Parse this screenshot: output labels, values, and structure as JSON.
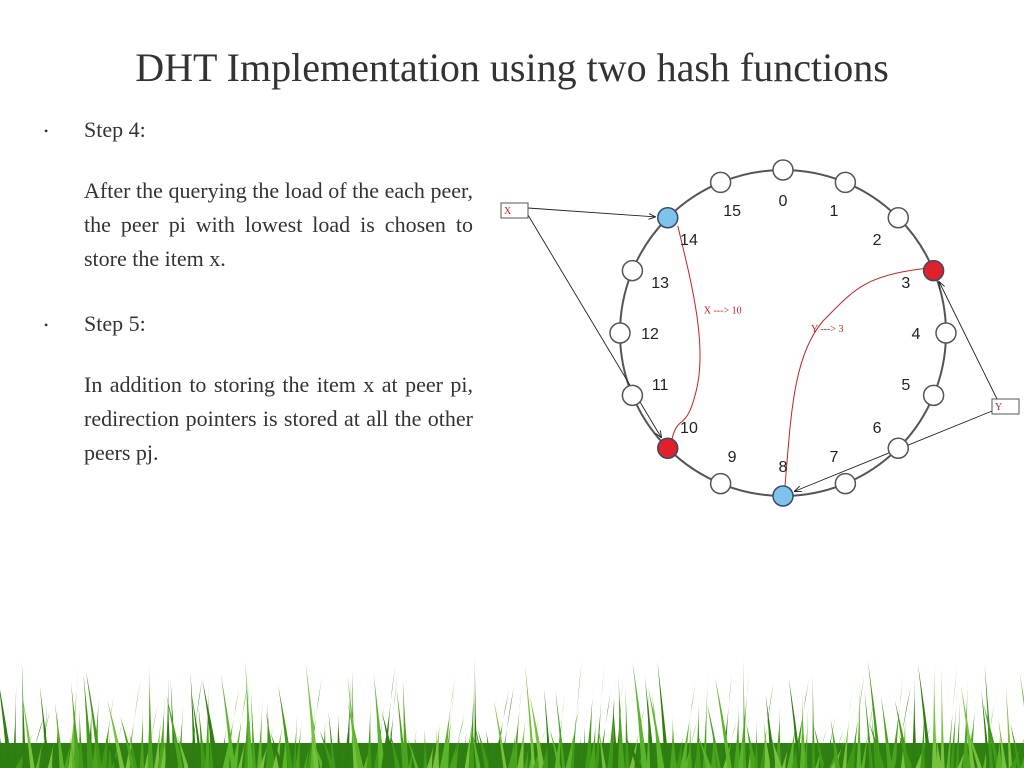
{
  "slide": {
    "title": "DHT Implementation using two hash functions",
    "bullet_symbol": "•",
    "steps": [
      {
        "heading": "Step 4:",
        "body": "After the querying the load of the each peer, the peer pi with lowest load is chosen to store the item x."
      },
      {
        "heading": "Step 5:",
        "body": "In addition to storing the item x at peer pi, redirection pointers is stored at all the other peers pj."
      }
    ]
  },
  "diagram": {
    "nodes": [
      {
        "id": "0",
        "state": "empty"
      },
      {
        "id": "1",
        "state": "empty"
      },
      {
        "id": "2",
        "state": "empty"
      },
      {
        "id": "3",
        "state": "stored"
      },
      {
        "id": "4",
        "state": "empty"
      },
      {
        "id": "5",
        "state": "empty"
      },
      {
        "id": "6",
        "state": "empty"
      },
      {
        "id": "7",
        "state": "empty"
      },
      {
        "id": "8",
        "state": "hashed"
      },
      {
        "id": "9",
        "state": "empty"
      },
      {
        "id": "10",
        "state": "stored"
      },
      {
        "id": "11",
        "state": "empty"
      },
      {
        "id": "12",
        "state": "empty"
      },
      {
        "id": "13",
        "state": "empty"
      },
      {
        "id": "14",
        "state": "hashed"
      },
      {
        "id": "15",
        "state": "empty"
      }
    ],
    "items": [
      {
        "label": "X",
        "hashes_to": [
          "14",
          "10"
        ]
      },
      {
        "label": "Y",
        "hashes_to": [
          "3",
          "8"
        ]
      }
    ],
    "mappings": [
      {
        "label": "X ---> 10",
        "from": "14",
        "to": "10"
      },
      {
        "label": "Y ---> 3",
        "from": "8",
        "to": "3"
      }
    ],
    "colors": {
      "ring": "#555555",
      "empty_fill": "#ffffff",
      "hashed_fill": "#7ec3ec",
      "stored_fill": "#e0202a",
      "mapping": "#cc1f1f"
    }
  }
}
